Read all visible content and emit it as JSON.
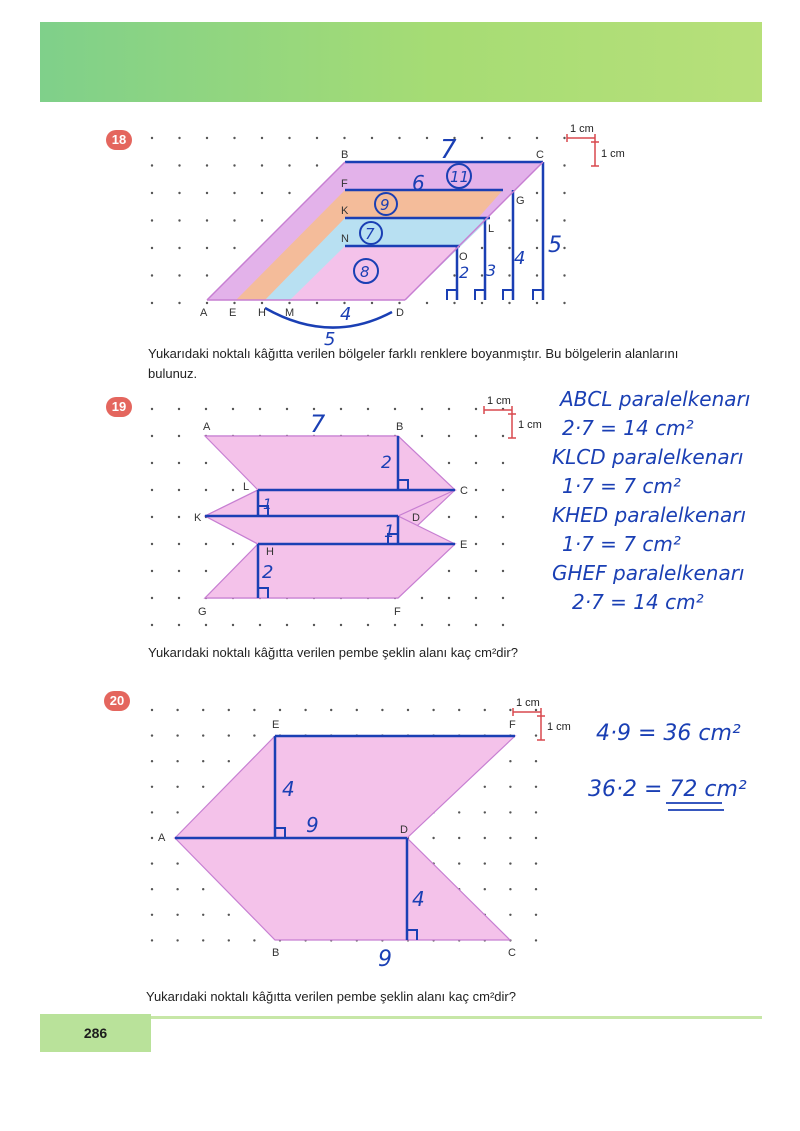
{
  "page": {
    "number": "286"
  },
  "scale": {
    "horizontal": "1 cm",
    "vertical": "1 cm"
  },
  "q18": {
    "badge": "18",
    "text": "Yukarıdaki noktalı kâğıtta verilen bölgeler farklı renklere boyanmıştır. Bu bölgelerin alanlarını bulunuz.",
    "points": {
      "A": "A",
      "E": "E",
      "H": "H",
      "M": "M",
      "D": "D",
      "B": "B",
      "C": "C",
      "F": "F",
      "G": "G",
      "K": "K",
      "L": "L",
      "N": "N",
      "O": "O"
    },
    "handwriting": {
      "top": "7",
      "mid": "6",
      "c11": "11",
      "c9": "9",
      "c7": "7",
      "c8": "8",
      "h2": "2",
      "h3": "3",
      "h4": "4",
      "h5": "5",
      "b4": "4",
      "b5": "5"
    },
    "colors": {
      "violet": "#e3b2ea",
      "peach": "#f4bc9a",
      "blue": "#b8e0f2",
      "pink": "#f4c2ea"
    }
  },
  "q19": {
    "badge": "19",
    "text": "Yukarıdaki noktalı kâğıtta verilen pembe şeklin alanı kaç cm²dir?",
    "points": {
      "A": "A",
      "B": "B",
      "L": "L",
      "C": "C",
      "K": "K",
      "D": "D",
      "H": "H",
      "E": "E",
      "G": "G",
      "F": "F"
    },
    "handwriting": {
      "top": "7",
      "h2a": "2",
      "h1a": "1",
      "h1b": "1",
      "h2b": "2"
    },
    "work": [
      "ABCL paralelkenarı",
      "2·7 = 14 cm²",
      "KLCD paralelkenarı",
      "1·7 = 7 cm²",
      "KHED paralelkenarı",
      "1·7 = 7 cm²",
      "GHEF paralelkenarı",
      "2·7 = 14 cm²"
    ]
  },
  "q20": {
    "badge": "20",
    "text": "Yukarıdaki noktalı kâğıtta verilen pembe şeklin alanı kaç cm²dir?",
    "points": {
      "A": "A",
      "B": "B",
      "C": "C",
      "D": "D",
      "E": "E",
      "F": "F"
    },
    "handwriting": {
      "h4a": "4",
      "w9a": "9",
      "h4b": "4",
      "w9b": "9"
    },
    "work": [
      "4·9 = 36 cm²",
      "36·2 = 72 cm²"
    ]
  },
  "colors": {
    "pink": "#f4c2ea",
    "ink": "#1a3fb4",
    "header": "#a6dc74",
    "badge": "#e4665e"
  }
}
